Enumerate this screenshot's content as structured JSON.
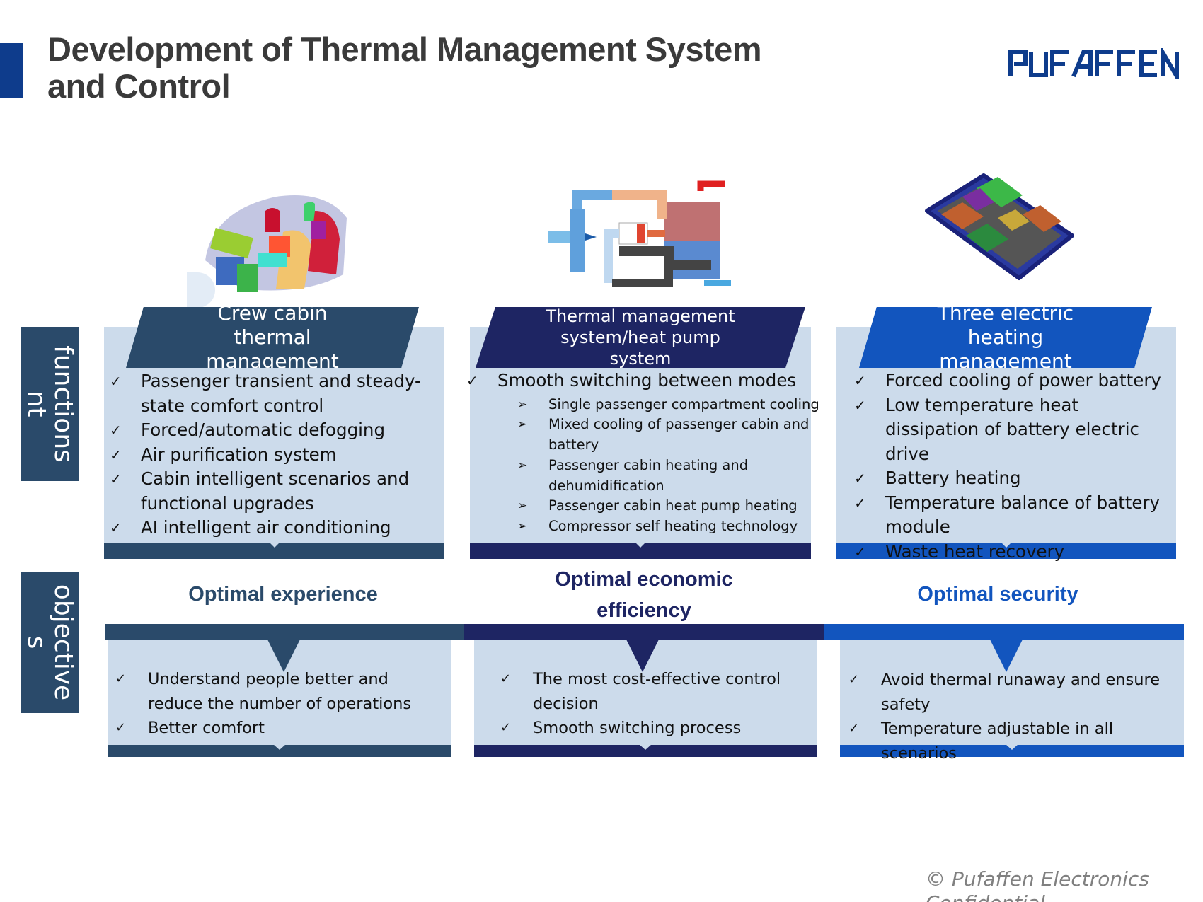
{
  "header": {
    "title_line1": "Development of Thermal Management System",
    "title_line2": "and Control",
    "logo_text": "PUFAFFEN",
    "accent_color": "#0e3c8c"
  },
  "side_labels": [
    {
      "text_line1": "functions",
      "text_line2": "nt"
    },
    {
      "text_line1": "objective",
      "text_line2": "s"
    }
  ],
  "columns": [
    {
      "illustration": "car-cabin-3d-model",
      "banner": "Crew cabin thermal management",
      "color": "#2a4a6a",
      "items": [
        "Passenger transient and steady-state comfort control",
        "Forced/automatic defogging",
        "Air purification system",
        "Cabin intelligent scenarios and functional upgrades",
        "AI intelligent air conditioning"
      ],
      "goal": "Optimal experience",
      "objectives": [
        "Understand people better and reduce the number of operations",
        "Better comfort"
      ]
    },
    {
      "illustration": "heat-pump-circuit-diagram",
      "banner": "Thermal management system/heat pump system",
      "color": "#1e2563",
      "items": [
        "Smooth switching between modes"
      ],
      "sub_items": [
        "Single passenger compartment cooling",
        "Mixed cooling of passenger cabin and battery",
        "Passenger cabin heating and dehumidification",
        "Passenger cabin heat pump heating",
        "Compressor self heating technology"
      ],
      "goal": "Optimal economic efficiency",
      "objectives": [
        "The most cost-effective control decision",
        "Smooth switching process"
      ]
    },
    {
      "illustration": "battery-pack-3d-model",
      "banner": "Three electric heating management",
      "color": "#1255be",
      "items": [
        "Forced cooling of power battery",
        "Low temperature heat dissipation of battery electric drive",
        "Battery heating",
        "Temperature balance of battery module",
        "Waste heat recovery"
      ],
      "goal": "Optimal security",
      "objectives": [
        "Avoid thermal runaway and ensure safety",
        "Temperature adjustable in all scenarios"
      ]
    }
  ],
  "glyphs": {
    "check": "✓",
    "arrow": "➢"
  },
  "footer": {
    "copyright": "© Pufaffen Electronics Confidential"
  }
}
